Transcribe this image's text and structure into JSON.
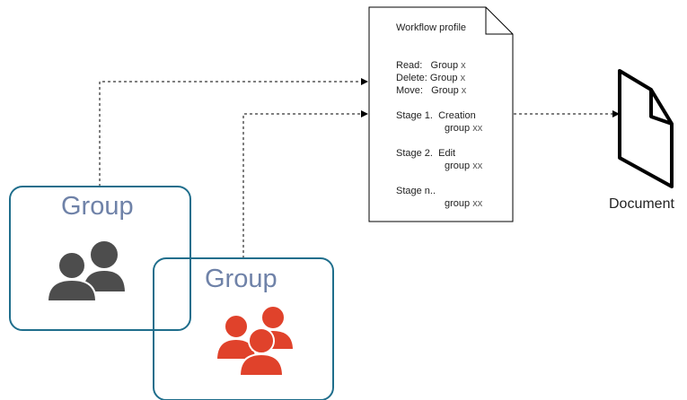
{
  "groups": [
    {
      "title": "Group",
      "icon": "users-icon",
      "icon_color": "#4d4d4d",
      "border": "#1f6e8c"
    },
    {
      "title": "Group",
      "icon": "users-group-icon",
      "icon_color": "#e0422b",
      "border": "#1f6e8c"
    }
  ],
  "profile": {
    "title": "Workflow profile",
    "read_label": "Read:",
    "read_value": "Group",
    "read_suffix": "x",
    "delete_label": "Delete:",
    "delete_value": "Group",
    "delete_suffix": "x",
    "move_label": "Move:",
    "move_value": "Group",
    "move_suffix": "x",
    "stages": [
      {
        "label": "Stage 1.",
        "name": "Creation",
        "group": "group",
        "suffix": "xx"
      },
      {
        "label": "Stage 2.",
        "name": "Edit",
        "group": "group",
        "suffix": "xx"
      },
      {
        "label": "Stage n..",
        "name": "",
        "group": "group",
        "suffix": "xx"
      }
    ]
  },
  "document": {
    "label": "Document",
    "icon": "document-icon"
  }
}
